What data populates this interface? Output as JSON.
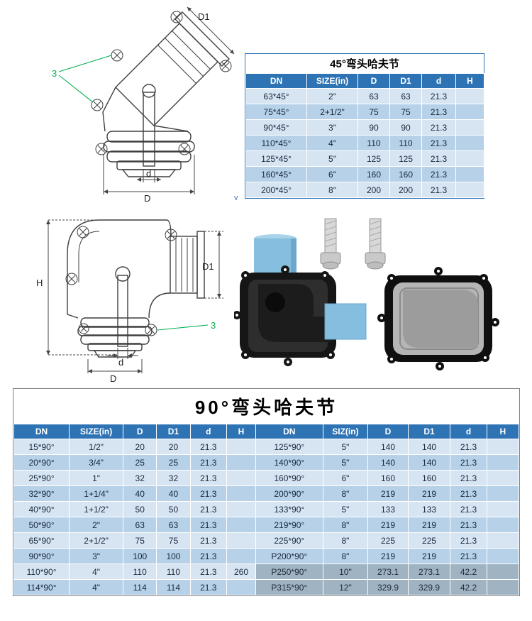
{
  "table45": {
    "title": "45°弯头哈夫节",
    "headers": [
      "DN",
      "SIZE(in)",
      "D",
      "D1",
      "d",
      "H"
    ],
    "rows": [
      [
        "63*45°",
        "2\"",
        "63",
        "63",
        "21.3",
        ""
      ],
      [
        "75*45°",
        "2+1/2\"",
        "75",
        "75",
        "21.3",
        ""
      ],
      [
        "90*45°",
        "3\"",
        "90",
        "90",
        "21.3",
        ""
      ],
      [
        "110*45°",
        "4\"",
        "110",
        "110",
        "21.3",
        ""
      ],
      [
        "125*45°",
        "5\"",
        "125",
        "125",
        "21.3",
        ""
      ],
      [
        "160*45°",
        "6\"",
        "160",
        "160",
        "21.3",
        ""
      ],
      [
        "200*45°",
        "8\"",
        "200",
        "200",
        "21.3",
        ""
      ]
    ]
  },
  "table90": {
    "title": "90°弯头哈夫节",
    "headers": [
      "DN",
      "SIZE(in)",
      "D",
      "D1",
      "d",
      "H",
      "DN",
      "SIZ(in)",
      "D",
      "D1",
      "d",
      "H"
    ],
    "rows": [
      [
        "15*90°",
        "1/2\"",
        "20",
        "20",
        "21.3",
        "",
        "125*90°",
        "5\"",
        "140",
        "140",
        "21.3",
        ""
      ],
      [
        "20*90°",
        "3/4\"",
        "25",
        "25",
        "21.3",
        "",
        "140*90°",
        "5\"",
        "140",
        "140",
        "21.3",
        ""
      ],
      [
        "25*90°",
        "1\"",
        "32",
        "32",
        "21.3",
        "",
        "160*90°",
        "6\"",
        "160",
        "160",
        "21.3",
        ""
      ],
      [
        "32*90°",
        "1+1/4\"",
        "40",
        "40",
        "21.3",
        "",
        "200*90°",
        "8\"",
        "219",
        "219",
        "21.3",
        ""
      ],
      [
        "40*90°",
        "1+1/2\"",
        "50",
        "50",
        "21.3",
        "",
        "133*90°",
        "5\"",
        "133",
        "133",
        "21.3",
        ""
      ],
      [
        "50*90°",
        "2\"",
        "63",
        "63",
        "21.3",
        "",
        "219*90°",
        "8\"",
        "219",
        "219",
        "21.3",
        ""
      ],
      [
        "65*90°",
        "2+1/2\"",
        "75",
        "75",
        "21.3",
        "",
        "225*90°",
        "8\"",
        "225",
        "225",
        "21.3",
        ""
      ],
      [
        "90*90°",
        "3\"",
        "100",
        "100",
        "21.3",
        "",
        "P200*90°",
        "8\"",
        "219",
        "219",
        "21.3",
        ""
      ],
      [
        "110*90°",
        "4\"",
        "110",
        "110",
        "21.3",
        "260",
        "P250*90°",
        "10\"",
        "273.1",
        "273.1",
        "42.2",
        ""
      ],
      [
        "114*90°",
        "4\"",
        "114",
        "114",
        "21.3",
        "",
        "P315*90°",
        "12\"",
        "329.9",
        "329.9",
        "42.2",
        ""
      ]
    ]
  },
  "diagram45": {
    "labels": {
      "d1": "D1",
      "d": "d",
      "outer": "D",
      "callout": "3"
    }
  },
  "diagram90": {
    "labels": {
      "h": "H",
      "d1": "D1",
      "d": "d",
      "outer": "D",
      "callout": "3"
    }
  },
  "marks": {
    "v": "v"
  },
  "colors": {
    "header_bg": "#2e74b5",
    "row_light": "#d7e5f3",
    "row_dark": "#b6d1e8",
    "callout_green": "#00b050",
    "pipe_blue": "#85bede"
  }
}
